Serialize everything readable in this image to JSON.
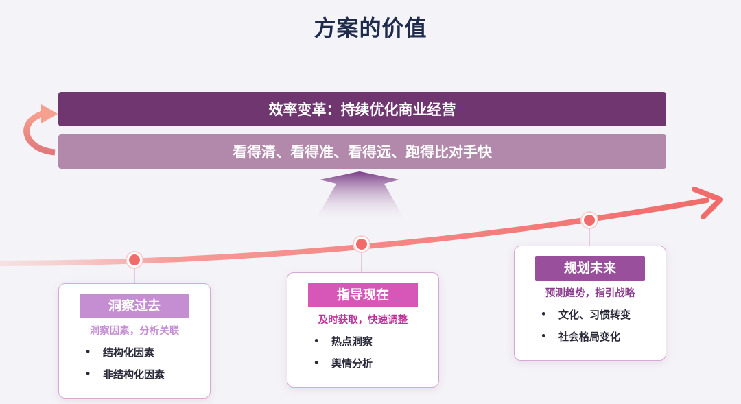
{
  "title": "方案的价值",
  "banners": {
    "top": "效率变革：持续优化商业经营",
    "bottom": "看得清、看得准、看得远、跑得比对手快"
  },
  "cards": [
    {
      "label": "洞察过去",
      "subtitle": "洞察因素，分析关联",
      "items": [
        "结构化因素",
        "非结构化因素"
      ],
      "label_color": "#c58ed3",
      "subtitle_color": "#c58ed3"
    },
    {
      "label": "指导现在",
      "subtitle": "及时获取，快速调整",
      "items": [
        "热点洞察",
        "舆情分析"
      ],
      "label_color": "#d657b8",
      "subtitle_color": "#c0309a"
    },
    {
      "label": "规划未来",
      "subtitle": "预测趋势，指引战略",
      "items": [
        "文化、习惯转变",
        "社会格局变化"
      ],
      "label_color": "#9a4f9c",
      "subtitle_color": "#8a3c8d"
    }
  ],
  "colors": {
    "banner_top": "#6f3670",
    "banner_bottom": "#b289ab",
    "curve": "#f36a6a",
    "title": "#1f2b4d"
  }
}
